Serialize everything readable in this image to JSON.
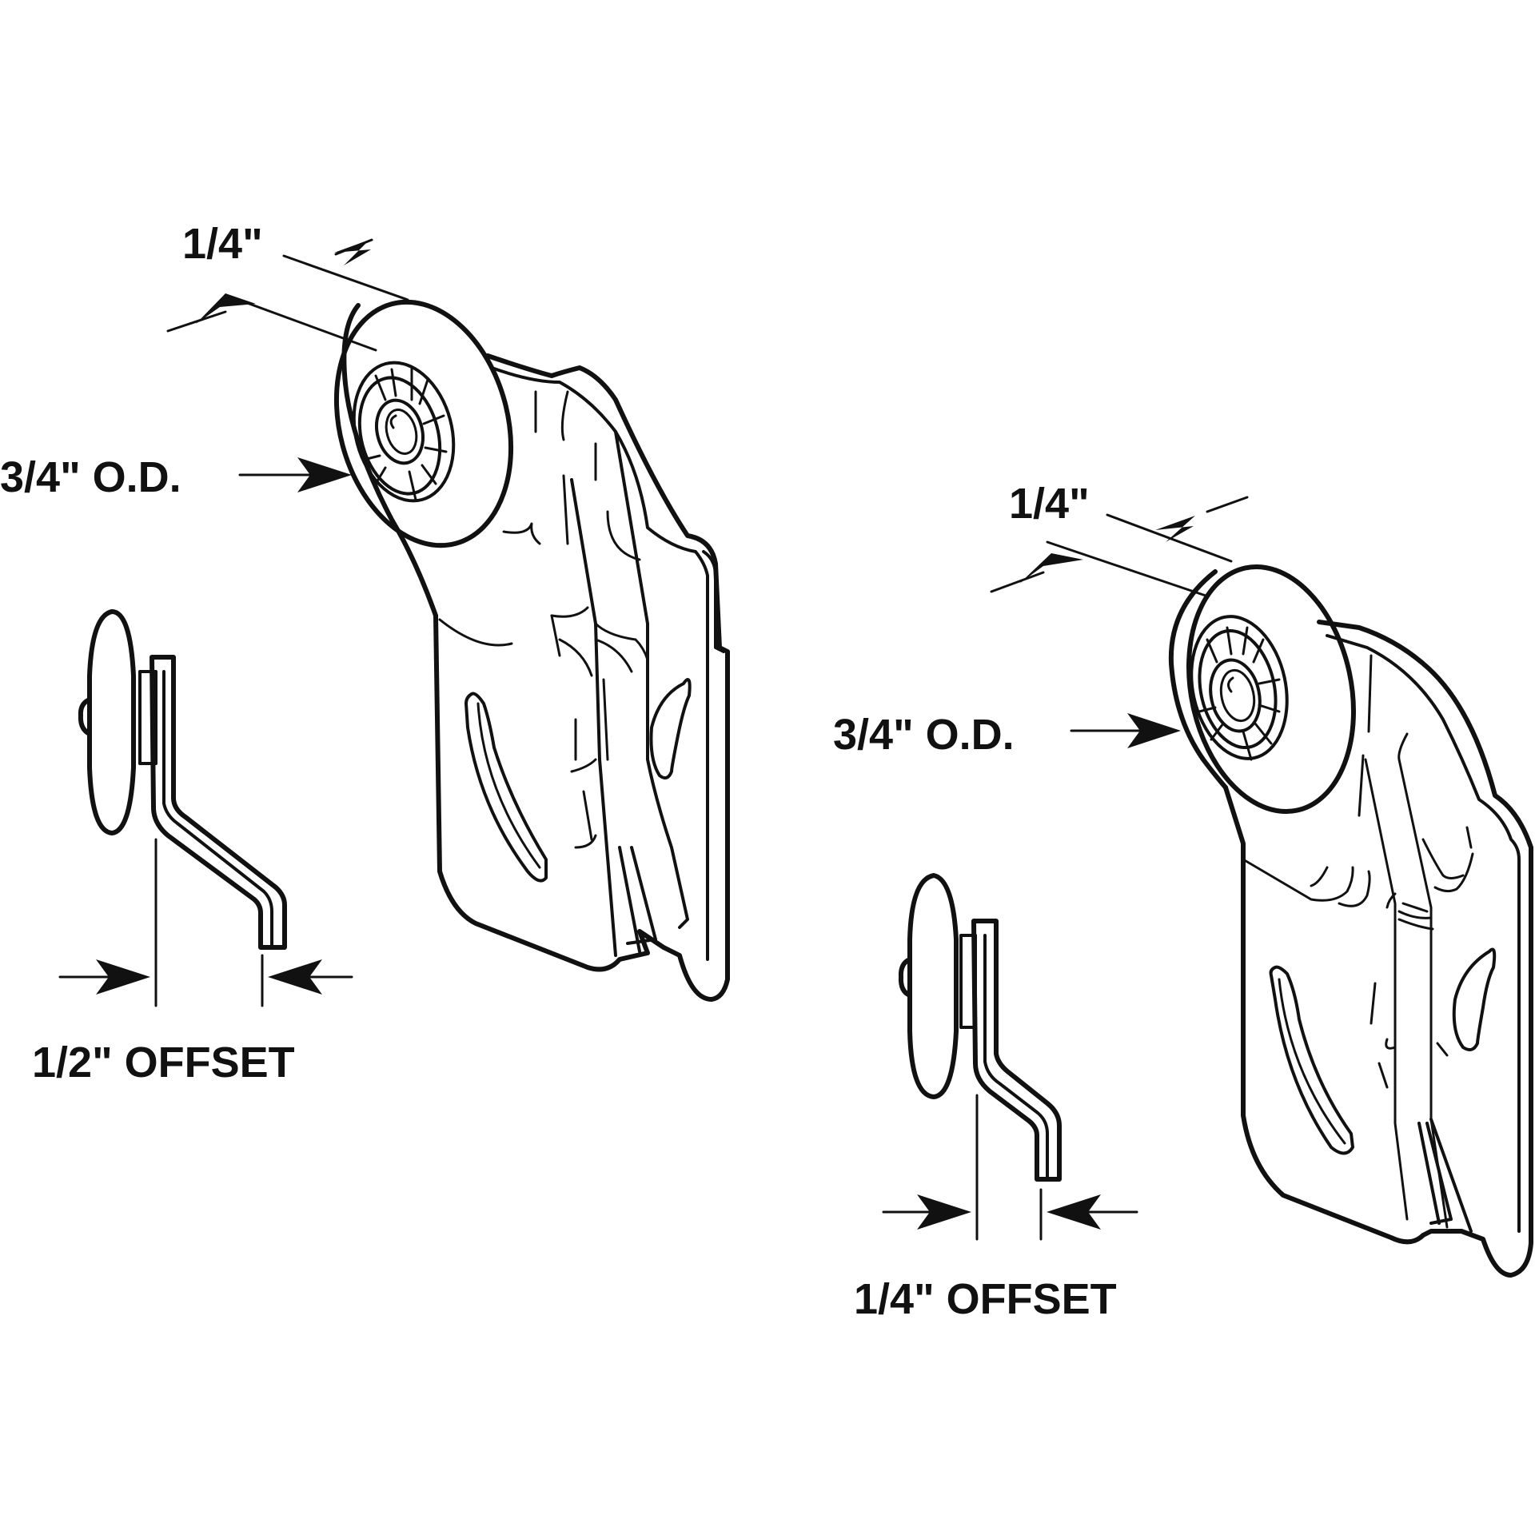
{
  "left_assembly": {
    "wheel_width_label": "1/4\"",
    "wheel_diameter_label": "3/4\" O.D.",
    "offset_label": "1/2\" OFFSET"
  },
  "right_assembly": {
    "wheel_width_label": "1/4\"",
    "wheel_diameter_label": "3/4\" O.D.",
    "offset_label": "1/4\" OFFSET"
  },
  "colors": {
    "line": "#111111",
    "background": "#ffffff"
  }
}
